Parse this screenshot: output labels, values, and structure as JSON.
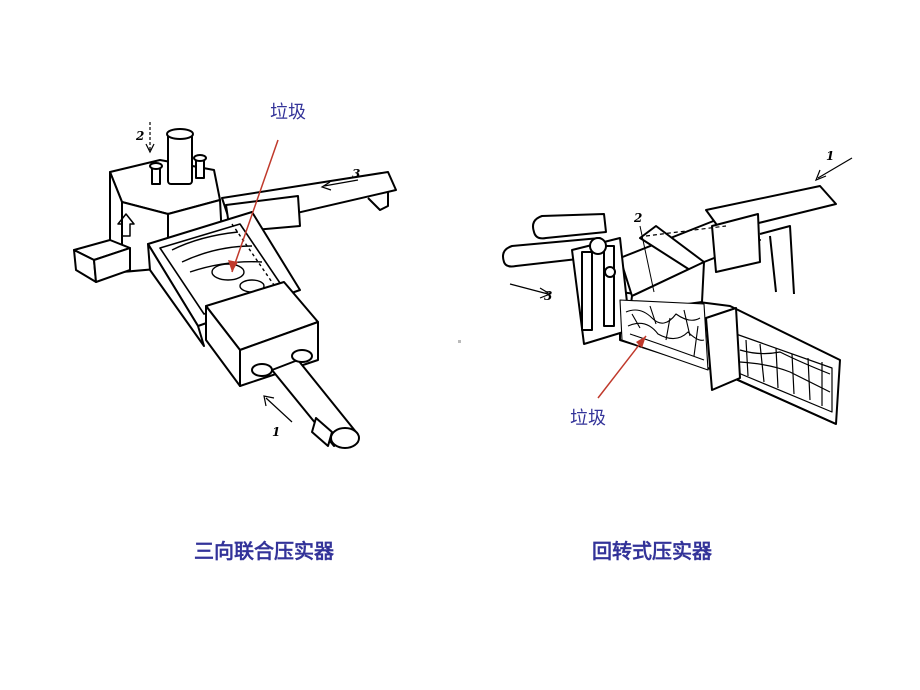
{
  "left_figure": {
    "callout": "垃圾",
    "caption": "三向联合压实器",
    "numbers": [
      "1",
      "2",
      "3"
    ]
  },
  "right_figure": {
    "callout": "垃圾",
    "caption": "回转式压实器",
    "numbers": [
      "1",
      "2",
      "3"
    ]
  },
  "colors": {
    "text": "#333399",
    "arrow": "#c0392b",
    "line": "#000000"
  }
}
